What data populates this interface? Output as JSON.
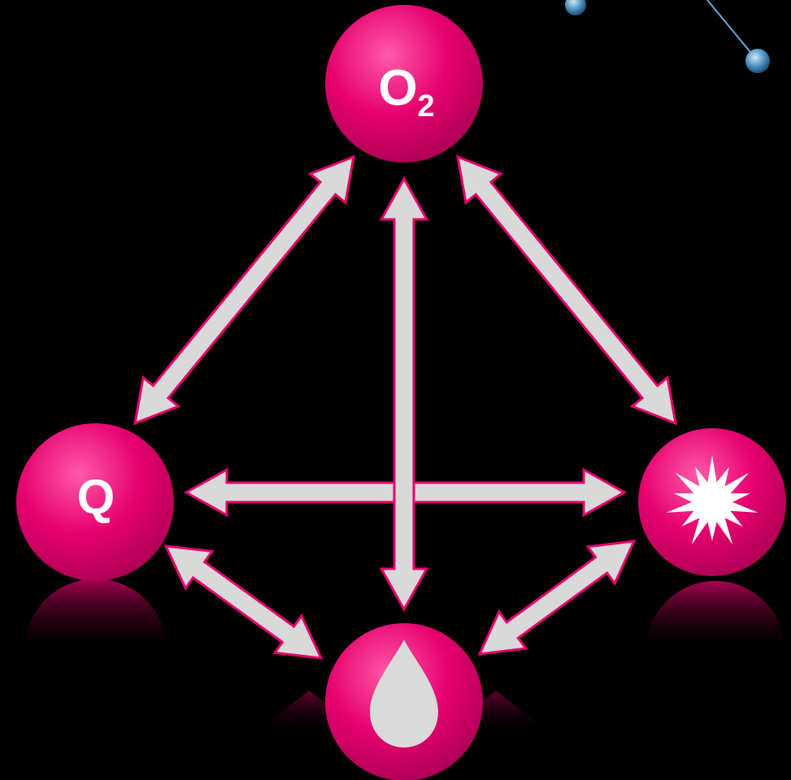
{
  "colors": {
    "background": "#000000",
    "node_fill": "#e6006e",
    "node_highlight": "#ff4da0",
    "arrow_fill": "#d9d9d9",
    "arrow_stroke": "#e6006e",
    "molecule": "#6aa9d6"
  },
  "nodes": {
    "oxygen": {
      "symbol": "O",
      "subscript": "2"
    },
    "heat": {
      "label": "Q"
    },
    "ignition": {
      "icon": "spark-burst-icon"
    },
    "fuel": {
      "icon": "droplet-icon"
    }
  }
}
